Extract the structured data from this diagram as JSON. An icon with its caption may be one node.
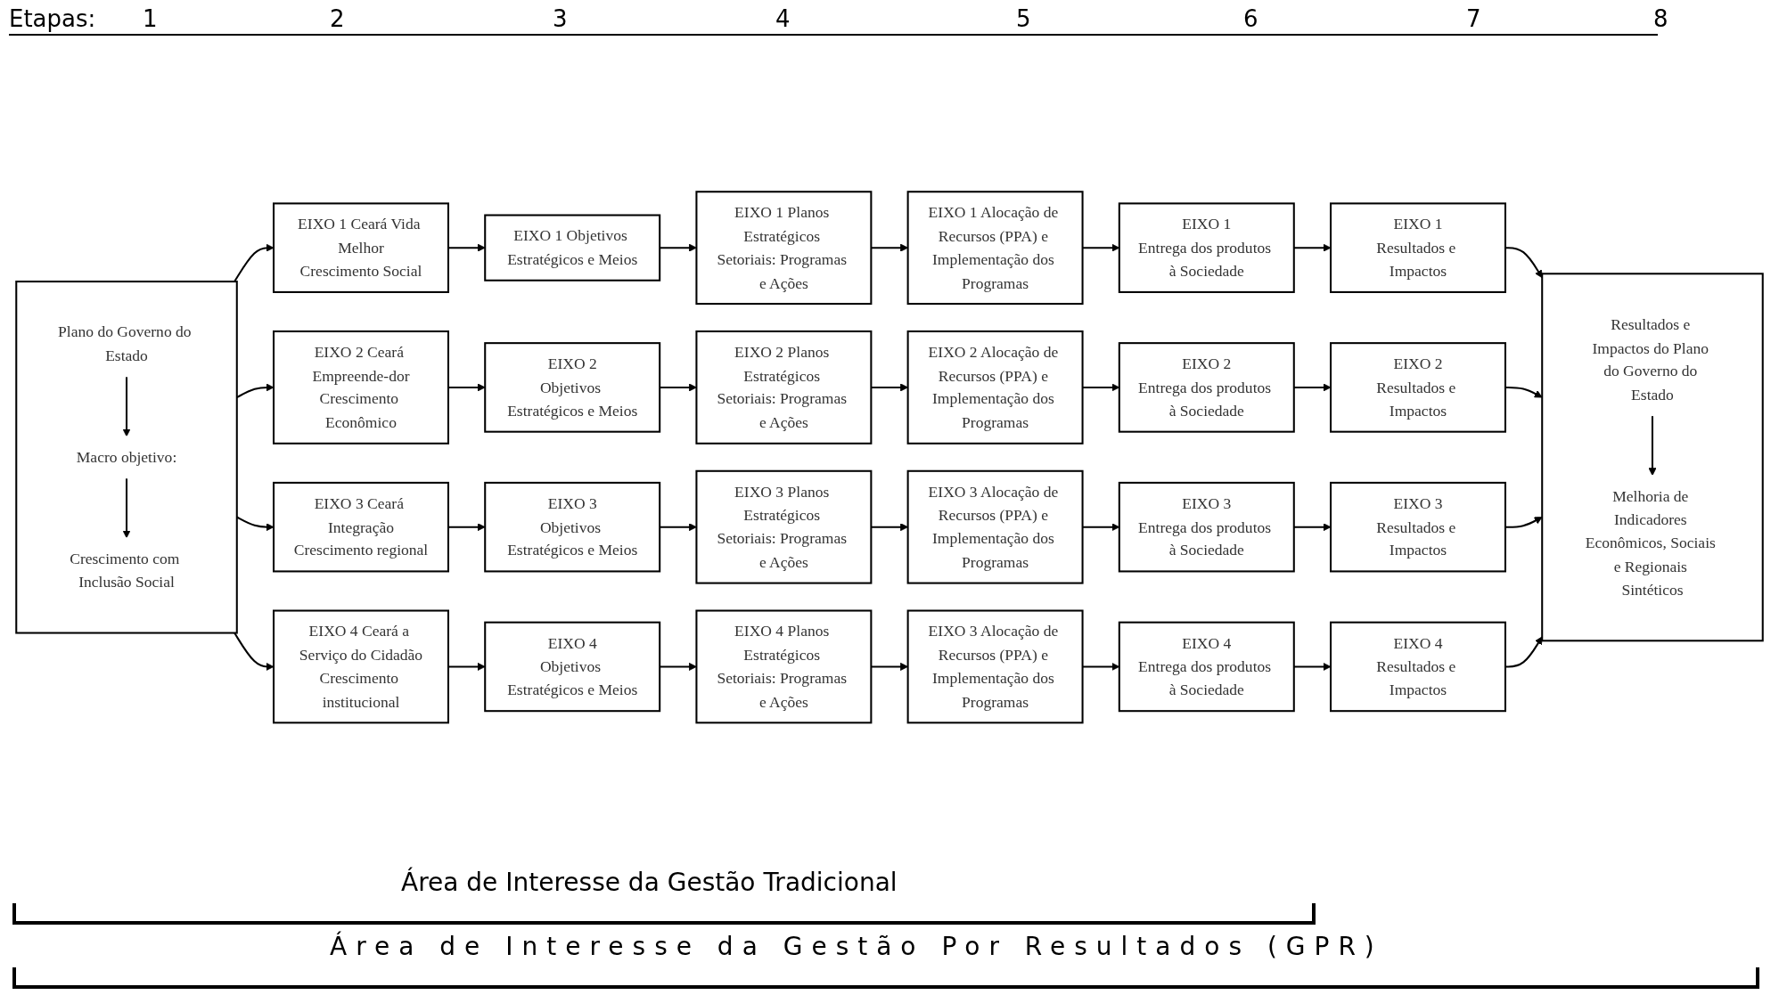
{
  "diagram": {
    "nodes": [
      {
        "text": [],
        "shape": "box"
      },
      {
        "text": [
          "Plano do Governo do Estado"
        ],
        "in": 0
      },
      {
        "text": [
          "Macro objetivo:"
        ],
        "in": 0
      },
      {
        "text": [
          "Crescimento com Inclusão Social"
        ],
        "in": 0
      },
      {
        "text": [
          "EIXO 1 Ceará Vida Melhor",
          "Crescimento Social"
        ]
      },
      {
        "text": [
          "EIXO 1 Objetivos Estratégicos e Meios"
        ]
      },
      {
        "text": [
          "EIXO 1 Planos Estratégicos Setoriais: Programas e Ações"
        ]
      },
      {
        "text": [
          "EIXO 1 Alocação de Recursos (PPA) e Implementação dos Programas"
        ]
      },
      {
        "text": [
          "EIXO 1",
          "Entrega dos produtos à Sociedade"
        ]
      },
      {
        "text": [
          "EIXO 1",
          "Resultados e Impactos"
        ]
      },
      {
        "text": [
          "EIXO 2 Ceará Empreende-dor",
          "Crescimento Econômico"
        ]
      },
      {
        "text": [
          "EIXO 2",
          "Objetivos Estratégicos e Meios"
        ]
      },
      {
        "text": [
          "EIXO 2 Planos Estratégicos Setoriais: Programas e Ações"
        ]
      },
      {
        "text": [
          "EIXO 2 Alocação de Recursos (PPA) e Implementação dos Programas"
        ]
      },
      {
        "text": [
          "EIXO 2",
          "Entrega dos produtos à Sociedade"
        ]
      },
      {
        "text": [
          "EIXO 2",
          "Resultados e Impactos"
        ]
      },
      {
        "text": [
          "EIXO 3 Ceará Integração",
          "Crescimento regional"
        ]
      },
      {
        "text": [
          "EIXO 3",
          "Objetivos Estratégicos e Meios"
        ]
      },
      {
        "text": [
          "EIXO 3 Planos Estratégicos Setoriais: Programas e Ações"
        ]
      },
      {
        "text": [
          "EIXO 3 Alocação de Recursos (PPA) e Implementação dos Programas"
        ]
      },
      {
        "text": [
          "EIXO 3",
          "Entrega dos produtos à Sociedade"
        ]
      },
      {
        "text": [
          "EIXO 3",
          "Resultados e Impactos"
        ]
      },
      {
        "text": [
          "EIXO 4 Ceará a Serviço do Cidadão",
          "Crescimento institucional"
        ]
      },
      {
        "text": [
          "EIXO 4",
          "Objetivos Estratégicos e Meios"
        ]
      },
      {
        "text": [
          "EIXO 4 Planos Estratégicos Setoriais: Programas e Ações"
        ]
      },
      {
        "text": [
          "EIXO 3 Alocação de Recursos (PPA) e Implementação dos Programas"
        ]
      },
      {
        "text": [
          "EIXO 4",
          "Entrega dos produtos à Sociedade"
        ]
      },
      {
        "text": [
          "EIXO 4",
          "Resultados e Impactos"
        ]
      },
      {
        "text": [],
        "shape": "box"
      },
      {
        "text": [
          "Resultados e Impactos do Plano do Governo do Estado"
        ],
        "in": 28
      },
      {
        "text": [
          "Melhoria de Indicadores Econômicos, Sociais e Regionais Sintéticos"
        ],
        "in": 28
      }
    ],
    "edges": [
      {
        "from": 1,
        "to": 2,
        "arrow": "to"
      },
      {
        "from": 2,
        "to": 3,
        "arrow": "to"
      },
      {
        "from": 0,
        "to": 4,
        "arrow": "to"
      },
      {
        "from": 0,
        "to": 10,
        "arrow": "to"
      },
      {
        "from": 0,
        "to": 16,
        "arrow": "to"
      },
      {
        "from": 0,
        "to": 22,
        "arrow": "to"
      },
      {
        "from": 4,
        "to": 5,
        "arrow": "to"
      },
      {
        "from": 5,
        "to": 6,
        "arrow": "to"
      },
      {
        "from": 6,
        "to": 7,
        "arrow": "to"
      },
      {
        "from": 7,
        "to": 8,
        "arrow": "to"
      },
      {
        "from": 8,
        "to": 9,
        "arrow": "to"
      },
      {
        "from": 10,
        "to": 11,
        "arrow": "to"
      },
      {
        "from": 11,
        "to": 12,
        "arrow": "to"
      },
      {
        "from": 12,
        "to": 13,
        "arrow": "to"
      },
      {
        "from": 13,
        "to": 14,
        "arrow": "to"
      },
      {
        "from": 14,
        "to": 15,
        "arrow": "to"
      },
      {
        "from": 16,
        "to": 17,
        "arrow": "to"
      },
      {
        "from": 17,
        "to": 18,
        "arrow": "to"
      },
      {
        "from": 18,
        "to": 19,
        "arrow": "to"
      },
      {
        "from": 19,
        "to": 20,
        "arrow": "to"
      },
      {
        "from": 20,
        "to": 21,
        "arrow": "to"
      },
      {
        "from": 22,
        "to": 23,
        "arrow": "to"
      },
      {
        "from": 23,
        "to": 24,
        "arrow": "to"
      },
      {
        "from": 24,
        "to": 25,
        "arrow": "to"
      },
      {
        "from": 25,
        "to": 26,
        "arrow": "to"
      },
      {
        "from": 26,
        "to": 27,
        "arrow": "to"
      },
      {
        "from": 9,
        "to": 28,
        "arrow": "to"
      },
      {
        "from": 15,
        "to": 28,
        "arrow": "to"
      },
      {
        "from": 21,
        "to": 28,
        "arrow": "to"
      },
      {
        "from": 27,
        "to": 28,
        "arrow": "to"
      },
      {
        "from": 29,
        "to": 30,
        "arrow": "to"
      }
    ],
    "labels": [
      "Etapas:",
      "1",
      "2",
      "3",
      "4",
      "5",
      "6",
      "7",
      "8",
      "Área de Interesse da Gestão Tradicional",
      "Área de Interesse da Gestão Por Resultados (GPR)"
    ]
  }
}
